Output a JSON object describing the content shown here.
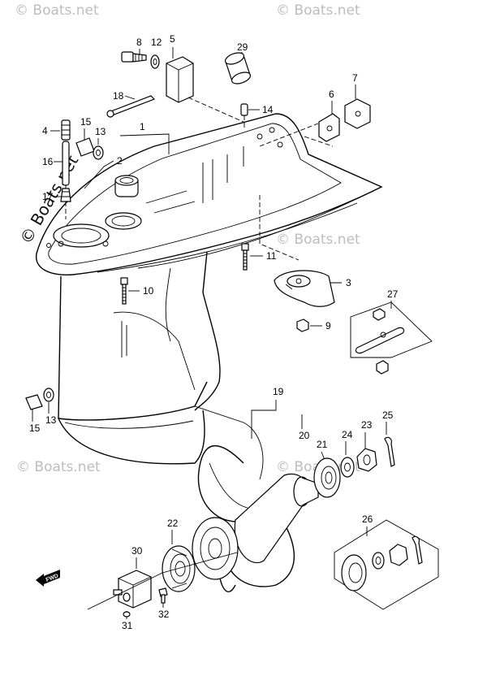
{
  "watermark": {
    "text": "© Boats.net",
    "prominent_text": "© Boats.net"
  },
  "fwd_label": "FWD",
  "callouts": {
    "c1": "1",
    "c2": "2",
    "c3": "3",
    "c4": "4",
    "c5": "5",
    "c6": "6",
    "c7": "7",
    "c8": "8",
    "c9": "9",
    "c10": "10",
    "c11": "11",
    "c12": "12",
    "c13a": "13",
    "c13b": "13",
    "c14": "14",
    "c15a": "15",
    "c15b": "15",
    "c16": "16",
    "c17": "17",
    "c18": "18",
    "c19": "19",
    "c20": "20",
    "c21": "21",
    "c22": "22",
    "c23": "23",
    "c24": "24",
    "c25": "25",
    "c26": "26",
    "c27": "27",
    "c29": "29",
    "c30": "30",
    "c31": "31",
    "c32": "32"
  }
}
